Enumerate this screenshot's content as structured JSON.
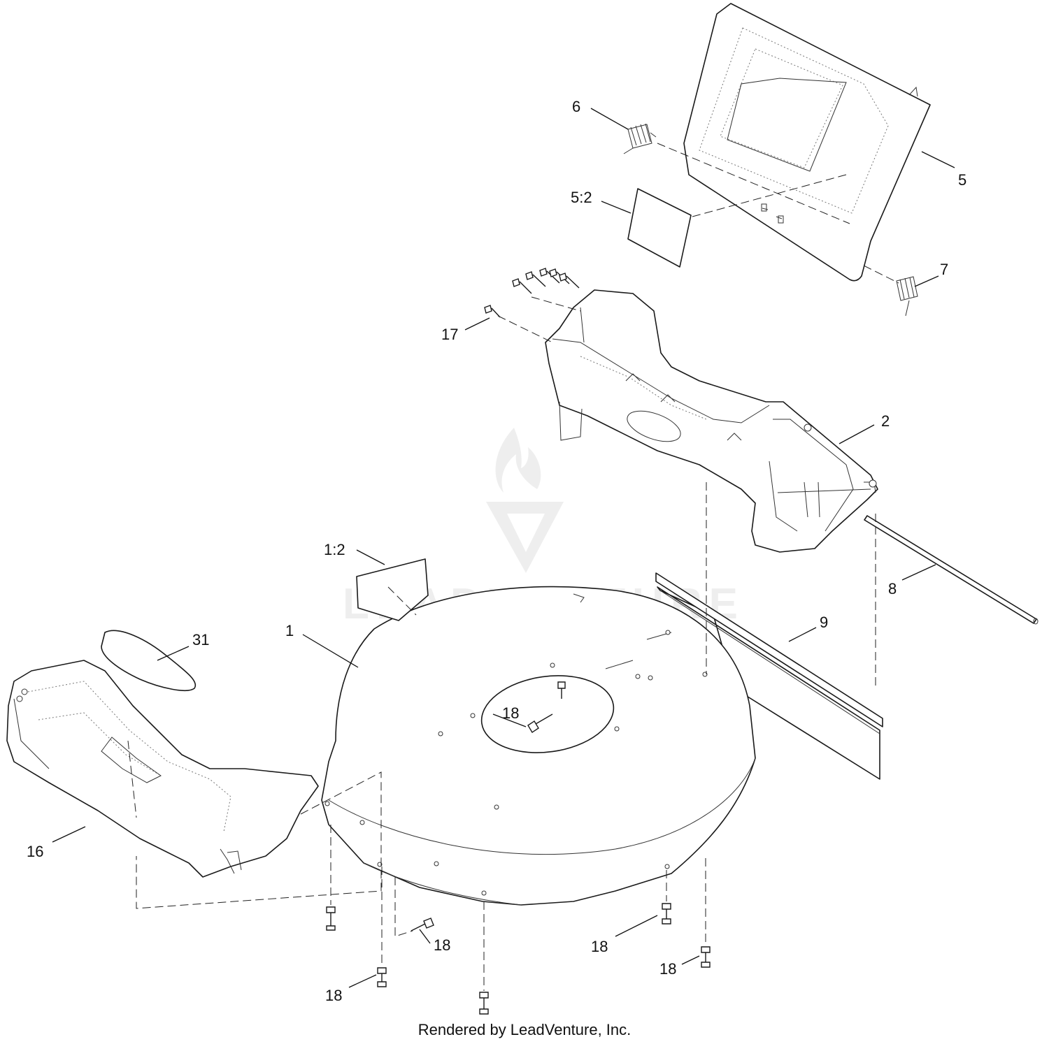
{
  "callouts": {
    "c1": "1",
    "c1_2": "1:2",
    "c2": "2",
    "c5": "5",
    "c5_2": "5:2",
    "c6": "6",
    "c7": "7",
    "c8": "8",
    "c9": "9",
    "c16": "16",
    "c17": "17",
    "c31": "31",
    "c18_center": "18",
    "c18_bottom_left": "18",
    "c18_mid_left": "18",
    "c18_mid_right": "18",
    "c18_right": "18"
  },
  "footer": "Rendered by LeadVenture, Inc.",
  "watermark": {
    "text": "LEADVENTURE",
    "color": "#eeeeee"
  },
  "colors": {
    "line": "#1a1a1a",
    "background": "#ffffff"
  }
}
